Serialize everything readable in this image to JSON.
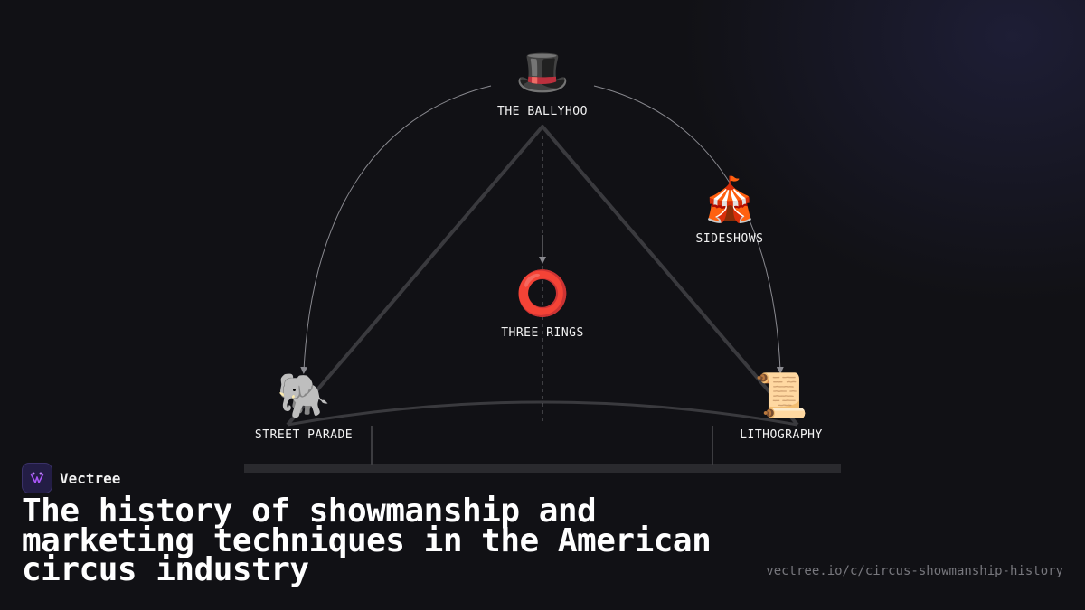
{
  "diagram": {
    "nodes": {
      "ballyhoo": {
        "label": "THE BALLYHOO",
        "icon": "🎩",
        "icon_name": "top-hat-icon"
      },
      "sideshows": {
        "label": "SIDESHOWS",
        "icon": "🎪",
        "icon_name": "circus-tent-icon"
      },
      "three_rings": {
        "label": "THREE RINGS",
        "icon": "⭕",
        "icon_name": "ring-icon"
      },
      "street_parade": {
        "label": "STREET PARADE",
        "icon": "🐘",
        "icon_name": "elephant-icon"
      },
      "lithography": {
        "label": "LITHOGRAPHY",
        "icon": "📜",
        "icon_name": "scroll-icon"
      }
    },
    "colors": {
      "triangle_stroke": "#3a3a3e",
      "arc_stroke": "#8a8a90",
      "base_bar": "#2a2a2e"
    }
  },
  "brand": {
    "name": "Vectree",
    "accent": "#a855f7"
  },
  "title": "The history of showmanship and marketing techniques in the American circus industry",
  "url": "vectree.io/c/circus-showmanship-history"
}
